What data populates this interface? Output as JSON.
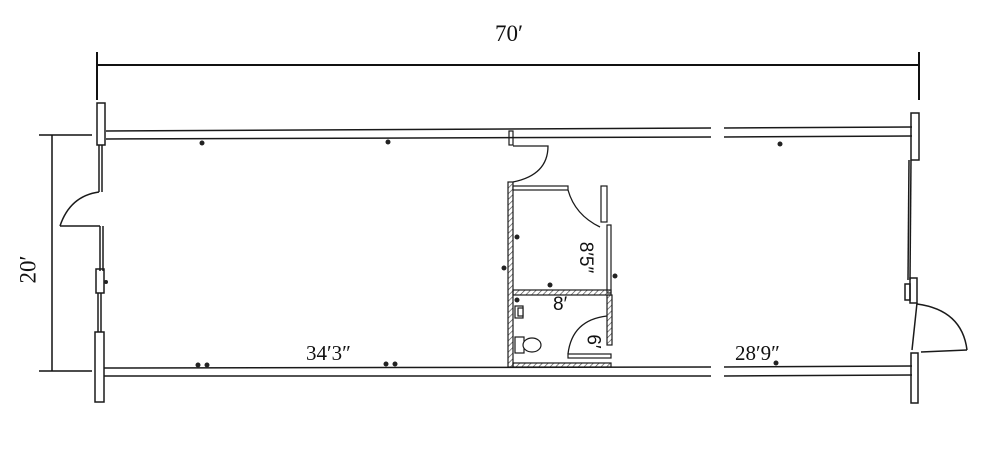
{
  "diagram": {
    "type": "floor-plan",
    "overall_dimensions": {
      "width_label": "70′",
      "depth_label": "20′"
    },
    "segment_dimensions": {
      "left_space_width": "34′3″",
      "right_space_width": "28′9″"
    },
    "interior_rooms": {
      "office_depth": "8′5″",
      "restroom_width": "8′",
      "restroom_door": "6′"
    },
    "colors": {
      "line": "#1a1a1a",
      "background": "#ffffff",
      "hatch": "#444444"
    }
  }
}
